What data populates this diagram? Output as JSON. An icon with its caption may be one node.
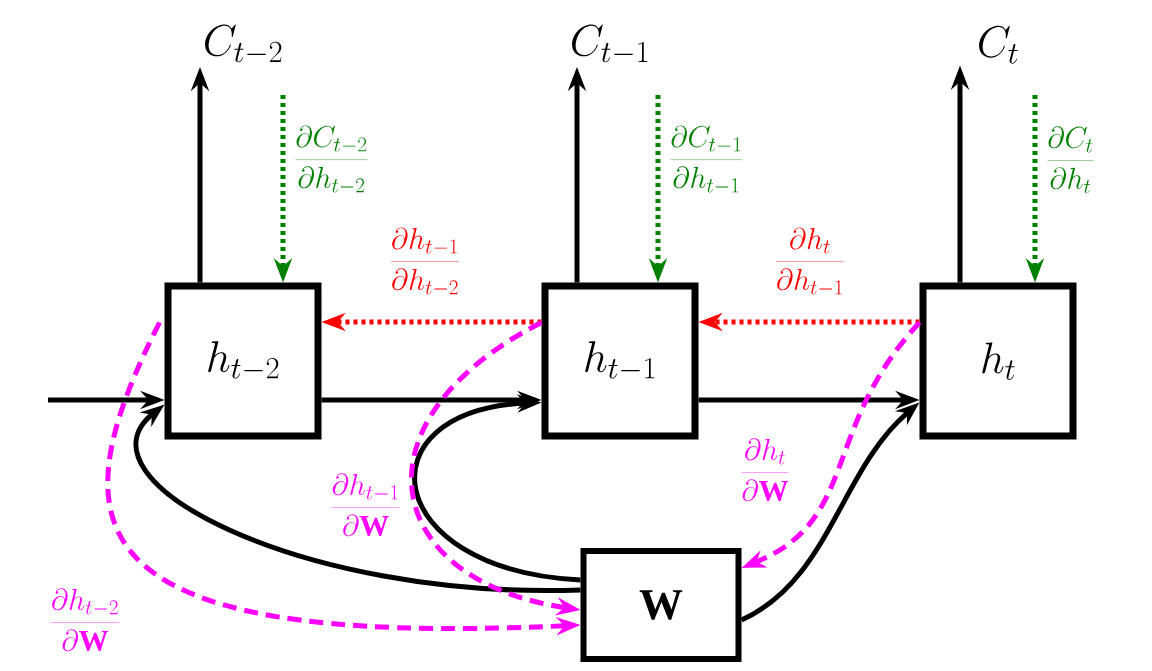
{
  "diagram": {
    "nodes": [
      {
        "text": [
          "h_{t-2}"
        ]
      },
      {
        "text": [
          "h_{t-1}"
        ]
      },
      {
        "text": [
          "h_{t}"
        ]
      },
      {
        "text": [
          "\\mathbf{W}"
        ]
      },
      {
        "text": [
          "C_{t-2}"
        ]
      },
      {
        "text": [
          "C_{t-1}"
        ]
      },
      {
        "text": [
          "C_{t}"
        ]
      }
    ],
    "edges": [
      {
        "from": null,
        "to": 0,
        "arrow": "to"
      },
      {
        "from": 0,
        "to": 1,
        "arrow": "to"
      },
      {
        "from": 1,
        "to": 2,
        "arrow": "to"
      },
      {
        "from": 0,
        "to": 4,
        "arrow": "to"
      },
      {
        "from": 1,
        "to": 5,
        "arrow": "to"
      },
      {
        "from": 2,
        "to": 6,
        "arrow": "to"
      },
      {
        "from": 3,
        "to": 0,
        "arrow": "to"
      },
      {
        "from": 3,
        "to": 1,
        "arrow": "to"
      },
      {
        "from": 3,
        "to": 2,
        "arrow": "to"
      },
      {
        "from": null,
        "to": 0,
        "arrow": "to",
        "style": "dashed",
        "color": "#008000",
        "label": "\\frac{\\partial C_{t-2}}{\\partial h_{t-2}}"
      },
      {
        "from": null,
        "to": 1,
        "arrow": "to",
        "style": "dashed",
        "color": "#008000",
        "label": "\\frac{\\partial C_{t-1}}{\\partial h_{t-1}}"
      },
      {
        "from": null,
        "to": 2,
        "arrow": "to",
        "style": "dashed",
        "color": "#008000",
        "label": "\\frac{\\partial C_{t}}{\\partial h_{t}}"
      },
      {
        "from": 1,
        "to": 0,
        "arrow": "to",
        "style": "dashed",
        "color": "#ff0000",
        "label": "\\frac{\\partial h_{t-1}}{\\partial h_{t-2}}"
      },
      {
        "from": 2,
        "to": 1,
        "arrow": "to",
        "style": "dashed",
        "color": "#ff0000",
        "label": "\\frac{\\partial h_{t}}{\\partial h_{t-1}}"
      },
      {
        "from": 0,
        "to": 3,
        "arrow": "to",
        "style": "dashed",
        "color": "#ff00ff",
        "label": "\\frac{\\partial h_{t-2}}{\\partial \\mathbf{W}}"
      },
      {
        "from": 1,
        "to": 3,
        "arrow": "to",
        "style": "dashed",
        "color": "#ff00ff",
        "label": "\\frac{\\partial h_{t-1}}{\\partial \\mathbf{W}}"
      },
      {
        "from": 2,
        "to": 3,
        "arrow": "to",
        "style": "dashed",
        "color": "#ff00ff",
        "label": "\\frac{\\partial h_{t}}{\\partial \\mathbf{W}}"
      }
    ]
  }
}
